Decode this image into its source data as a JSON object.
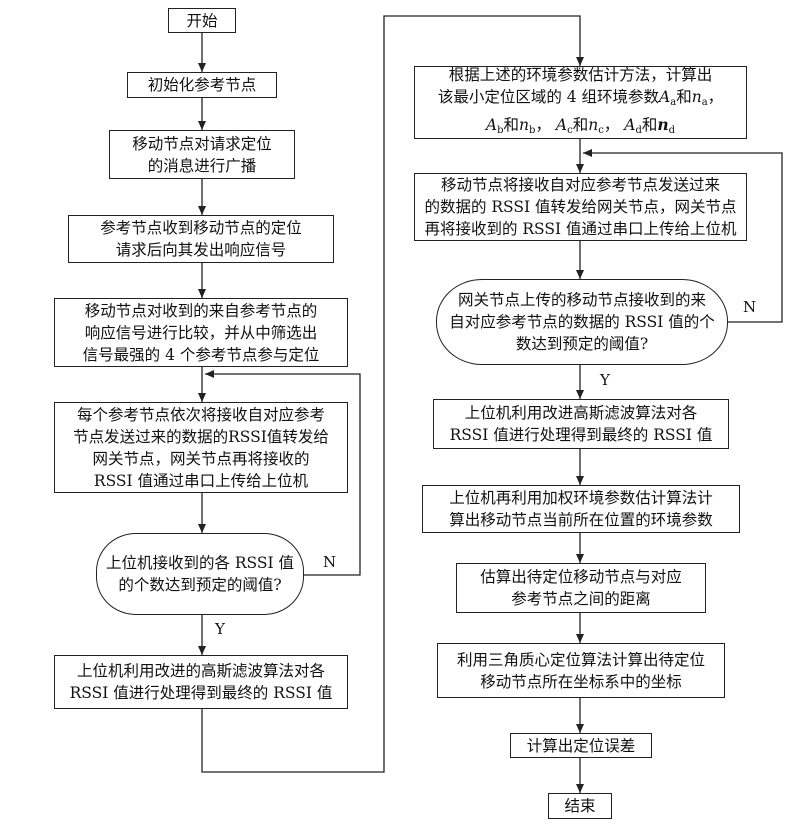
{
  "diagram": {
    "left_column": {
      "start": "开始",
      "init": "初始化参考节点",
      "broadcast": [
        "移动节点对请求定位",
        "的消息进行广播"
      ],
      "respond": [
        "参考节点收到移动节点的定位",
        "请求后向其发出响应信号"
      ],
      "compare": [
        "移动节点对收到的来自参考节点的",
        "响应信号进行比较，并从中筛选出",
        "信号最强的 4 个参考节点参与定位"
      ],
      "forward": [
        "每个参考节点依次将接收自对应参考",
        "节点发送过来的数据的RSSI值转发给",
        "网关节点，网关节点再将接收的",
        "RSSI 值通过串口上传给上位机"
      ],
      "decision": [
        "上位机接收到的各 RSSI 值",
        "的个数达到预定的阈值?"
      ],
      "decision_no": "N",
      "decision_yes": "Y",
      "filter": [
        "上位机利用改进的高斯滤波算法对各",
        "RSSI 值进行处理得到最终的 RSSI 值"
      ]
    },
    "right_column": {
      "env_params": {
        "line1": "根据上述的环境参数估计方法，计算出",
        "line2_prefix": "该最小定位区域的 4 组环境参数",
        "line2_and": "和",
        "line3_and1": "和",
        "line3_and2": "和",
        "line3_and3": "和",
        "sep": "，",
        "A": "A",
        "n": "n",
        "sub_a": "a",
        "sub_b": "b",
        "sub_c": "c",
        "sub_d": "d"
      },
      "forward": [
        "移动节点将接收自对应参考节点发送过来",
        "的数据的 RSSI 值转发给网关节点，网关节点",
        "再将接收到的 RSSI 值通过串口上传给上位机"
      ],
      "decision": [
        "网关节点上传的移动节点接收到的来",
        "自对应参考节点的数据的 RSSI 值的个",
        "数达到预定的阈值?"
      ],
      "decision_no": "N",
      "decision_yes": "Y",
      "filter": [
        "上位机利用改进高斯滤波算法对各",
        "RSSI 值进行处理得到最终的 RSSI 值"
      ],
      "weighted": [
        "上位机再利用加权环境参数估计算法计",
        "算出移动节点当前所在位置的环境参数"
      ],
      "distance": [
        "估算出待定位移动节点与对应",
        "参考节点之间的距离"
      ],
      "centroid": [
        "利用三角质心定位算法计算出待定位",
        "移动节点所在坐标系中的坐标"
      ],
      "error": "计算出定位误差",
      "end": "结束"
    }
  }
}
